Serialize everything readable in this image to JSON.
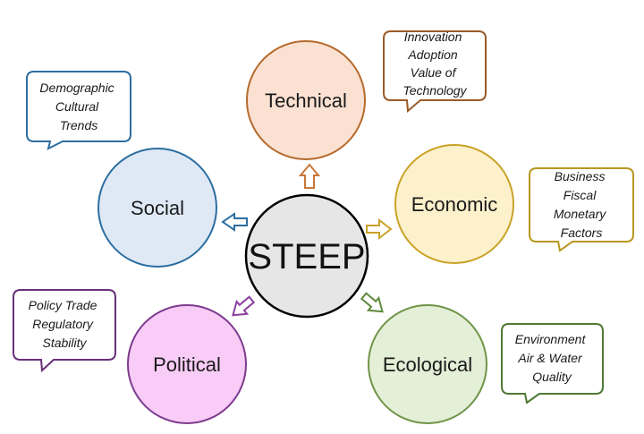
{
  "center": {
    "label": "STEEP",
    "fill": "#e6e6e6",
    "stroke": "#000000"
  },
  "nodes": [
    {
      "id": "technical",
      "label": "Technical",
      "fill": "#fbe1d2",
      "stroke": "#b56a2c",
      "callout": [
        "Innovation",
        "Adoption",
        "Value of",
        "Technology"
      ]
    },
    {
      "id": "economic",
      "label": "Economic",
      "fill": "#fdf1cc",
      "stroke": "#c9a227",
      "callout": [
        "Business",
        "Fiscal",
        "Monetary",
        "Factors"
      ]
    },
    {
      "id": "ecological",
      "label": "Ecological",
      "fill": "#e4efd8",
      "stroke": "#6f9548",
      "callout": [
        "Environment",
        "Air & Water",
        "Quality"
      ]
    },
    {
      "id": "political",
      "label": "Political",
      "fill": "#f8ccf7",
      "stroke": "#7d3b8d",
      "callout": [
        "Policy Trade",
        "Regulatory",
        "Stability"
      ]
    },
    {
      "id": "social",
      "label": "Social",
      "fill": "#dfe9f6",
      "stroke": "#2c6ea0",
      "callout": [
        "Demographic",
        "Cultural",
        "Trends"
      ]
    }
  ]
}
